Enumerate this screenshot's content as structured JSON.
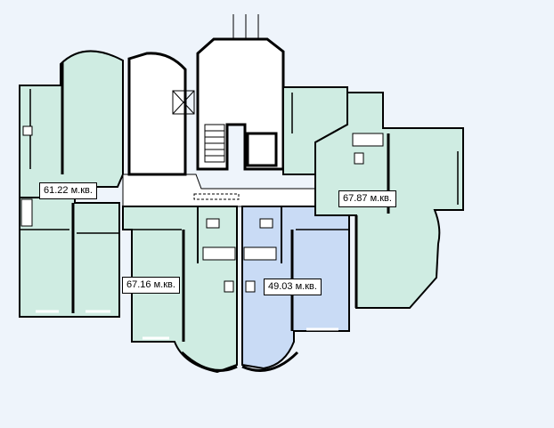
{
  "colors": {
    "background": "#eef4fb",
    "apartment_green": "#cfece2",
    "apartment_selected_blue": "#c9dbf5",
    "corridor": "#ffffff",
    "walls": "#000000"
  },
  "apartments": [
    {
      "id": "west",
      "area_label": "61.22 м.кв.",
      "selected": false
    },
    {
      "id": "center-left",
      "area_label": "67.16 м.кв.",
      "selected": false
    },
    {
      "id": "center-right",
      "area_label": "49.03 м.кв.",
      "selected": true
    },
    {
      "id": "east",
      "area_label": "67.87 м.кв.",
      "selected": false
    }
  ],
  "icons": [
    "bathtub-icon",
    "toilet-icon",
    "sink-icon",
    "stove-icon",
    "staircase-icon",
    "elevator-icon"
  ]
}
